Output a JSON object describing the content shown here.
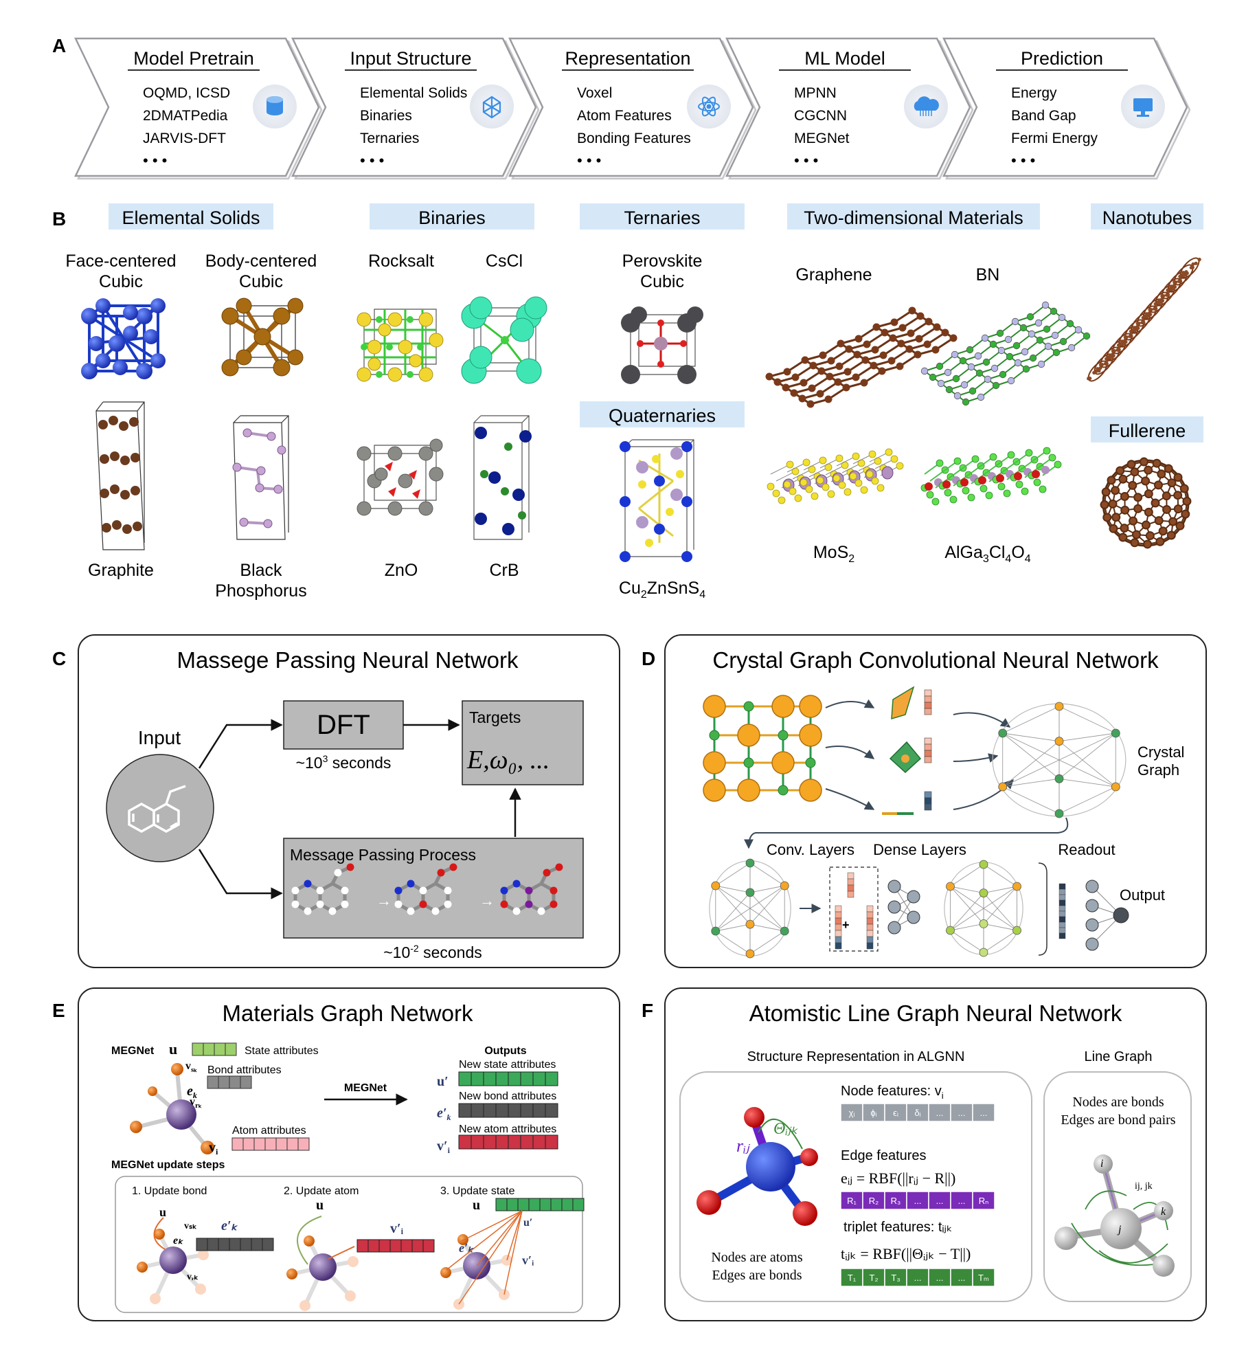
{
  "panel_letters": {
    "a": "A",
    "b": "B",
    "c": "C",
    "d": "D",
    "e": "E",
    "f": "F"
  },
  "pipeline": {
    "stages": [
      {
        "title": "Model Pretrain",
        "lines": [
          "OQMD, ICSD",
          "2DMATPedia",
          "JARVIS-DFT",
          "• • •"
        ],
        "icon": "database-icon"
      },
      {
        "title": "Input Structure",
        "lines": [
          "Elemental Solids",
          "Binaries",
          "Ternaries",
          "• • •"
        ],
        "icon": "crystal-structure-icon"
      },
      {
        "title": "Representation",
        "lines": [
          "Voxel",
          "Atom Features",
          "Bonding Features",
          "• • •"
        ],
        "icon": "atom-icon"
      },
      {
        "title": "ML Model",
        "lines": [
          "MPNN",
          "CGCNN",
          "MEGNet",
          "• • •"
        ],
        "icon": "cloud-icon"
      },
      {
        "title": "Prediction",
        "lines": [
          "Energy",
          "Band Gap",
          "Fermi Energy",
          "• • •"
        ],
        "icon": "monitor-icon"
      }
    ]
  },
  "materials": {
    "categories": {
      "elemental": "Elemental Solids",
      "binaries": "Binaries",
      "ternaries": "Ternaries",
      "quaternaries": "Quaternaries",
      "two_d": "Two-dimensional Materials",
      "nanotubes": "Nanotubes",
      "fullerene": "Fullerene"
    },
    "labels": {
      "fcc": [
        "Face-centered",
        "Cubic"
      ],
      "bcc": [
        "Body-centered",
        "Cubic"
      ],
      "rocksalt": "Rocksalt",
      "cscl": "CsCl",
      "perovskite": [
        "Perovskite",
        "Cubic"
      ],
      "graphene": "Graphene",
      "bn": "BN",
      "graphite": "Graphite",
      "black_p": [
        "Black",
        "Phosphorus"
      ],
      "zno": "ZnO",
      "crb": "CrB",
      "czts": {
        "a": "Cu",
        "a_sub": "2",
        "b": "ZnSnS",
        "b_sub": "4"
      },
      "mos2": {
        "a": "MoS",
        "a_sub": "2"
      },
      "algacl": {
        "a": "AlGa",
        "a_sub": "3",
        "b": "Cl",
        "b_sub": "4",
        "c": "O",
        "c_sub": "4"
      }
    }
  },
  "mpnn": {
    "title": "Massege Passing Neural Network",
    "input": "Input",
    "dft": "DFT",
    "dft_time": {
      "pre": "~10",
      "sup": "3",
      "post": " seconds"
    },
    "targets": "Targets",
    "targets_formula": "E,ω₀, ...",
    "mpp": "Message  Passing  Process",
    "mpp_time": {
      "pre": "~10",
      "sup": "-2",
      "post": " seconds"
    }
  },
  "cgcnn": {
    "title": "Crystal Graph Convolutional Neural Network",
    "crystal_graph": [
      "Crystal",
      "Graph"
    ],
    "conv": "Conv. Layers",
    "dense": "Dense Layers",
    "readout": "Readout",
    "output": "Output"
  },
  "megnet": {
    "title": "Materials Graph Network",
    "megnet_label": "MEGNet",
    "state": "State attributes",
    "bond": "Bond attributes",
    "atom": "Atom attributes",
    "arrow_label": "MEGNet",
    "outputs": "Outputs",
    "new_state": "New state attributes",
    "new_bond": "New bond attributes",
    "new_atom": "New atom attributes",
    "update_steps": "MEGNet update steps",
    "step1": "1. Update bond",
    "step2": "2. Update atom",
    "step3": "3. Update state"
  },
  "alignn": {
    "title": "Atomistic Line Graph Neural Network",
    "structure_title": "Structure Representation in ALGNN",
    "line_graph_title": "Line Graph",
    "node_features": "Node features: v",
    "node_cells": [
      "χᵢ",
      "ϕᵢ",
      "ϵᵢ",
      "δᵢ",
      "...",
      "...",
      "..."
    ],
    "edge_features": "Edge features",
    "edge_formula": "eᵢⱼ = RBF(||rᵢⱼ − R||)",
    "edge_cells": [
      "R₁",
      "R₂",
      "R₃",
      "...",
      "...",
      "...",
      "Rₙ"
    ],
    "triplet_features": "triplet features: tᵢⱼₖ",
    "triplet_formula": "tᵢⱼₖ = RBF(||Θᵢⱼₖ − T||)",
    "triplet_cells": [
      "T₁",
      "T₂",
      "T₃",
      "...",
      "...",
      "...",
      "Tₘ"
    ],
    "nodes_atoms": "Nodes are atoms",
    "edges_bonds": "Edges are bonds",
    "nodes_bonds": "Nodes are bonds",
    "edges_pairs": "Edges are bond pairs",
    "r_ij": "rᵢⱼ",
    "theta": "Θᵢⱼₖ",
    "lg_i": "i",
    "lg_j": "j",
    "lg_k": "k",
    "lg_ijjk": "ij, jk"
  },
  "colors": {
    "highlight": "#d6e8f8",
    "gray_box": "#b9b9b9",
    "blue_atom": "#2246c8",
    "red_atom": "#d62020",
    "brown_atom": "#8b4a25"
  }
}
